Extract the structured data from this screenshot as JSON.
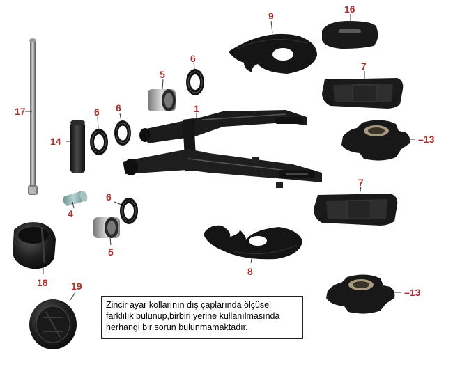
{
  "callouts": {
    "c1": "1",
    "c4": "4",
    "c5a": "5",
    "c5b": "5",
    "c6a": "6",
    "c6b": "6",
    "c6c": "6",
    "c6d": "6",
    "c7a": "7",
    "c7b": "7",
    "c8": "8",
    "c9": "9",
    "c13a": "13",
    "c13b": "13",
    "c14": "14",
    "c16": "16",
    "c17": "17",
    "c18": "18",
    "c19": "19"
  },
  "note": {
    "line1": "Zincir ayar kollarının dış çaplarında ölçüsel",
    "line2": "farklılık bulunup,birbiri yerine kullanılmasında",
    "line3": "herhangi bir sorun bulunmamaktadır."
  },
  "colors": {
    "callout": "#a8302e",
    "part": "#1c1c1c",
    "part_highlight": "#555555",
    "bushing": "#8fb5b5"
  }
}
